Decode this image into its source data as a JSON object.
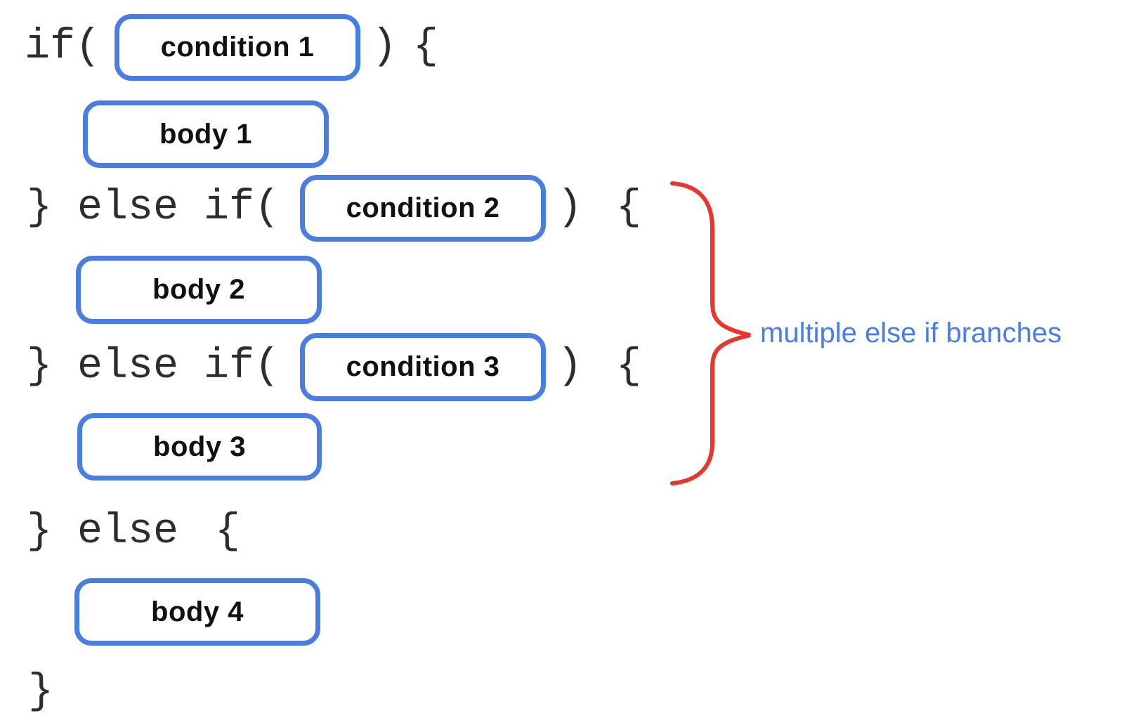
{
  "code": {
    "if_open": "if(",
    "else_if": "} else if(",
    "else_prefix": "} else",
    "close_paren": ")",
    "open_brace": "{",
    "closing_brace": "}"
  },
  "boxes": {
    "condition1": "condition 1",
    "condition2": "condition 2",
    "condition3": "condition 3",
    "body1": "body 1",
    "body2": "body 2",
    "body3": "body 3",
    "body4": "body 4"
  },
  "annotation": {
    "label": "multiple else if branches"
  },
  "colors": {
    "box_border": "#4a7de0",
    "brace": "#e7372c",
    "annotation_text": "#4a7de8",
    "code_text": "#2d2d2d",
    "label_text": "#111111",
    "background": "#ffffff"
  }
}
